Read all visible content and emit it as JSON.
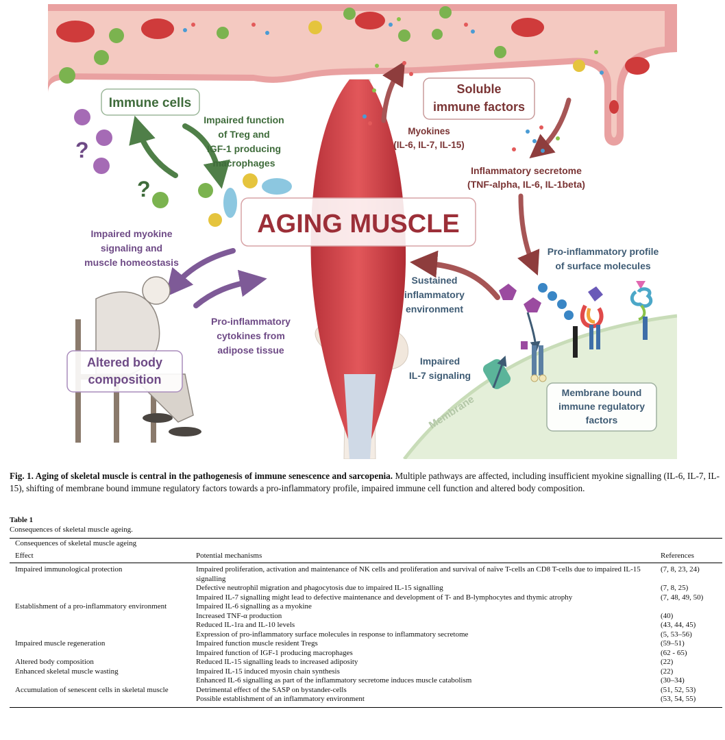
{
  "figure": {
    "title": "AGING MUSCLE",
    "labels": {
      "immune_cells": "Immune cells",
      "soluble_factors": [
        "Soluble",
        "immune factors"
      ],
      "treg": [
        "Impaired function",
        "of Treg and",
        "IGF-1 producing",
        "macrophages"
      ],
      "myokines": [
        "Myokines",
        "(IL-6, IL-7, IL-15)"
      ],
      "secretome": [
        "Inflammatory secretome",
        "(TNF-alpha, IL-6, IL-1beta)"
      ],
      "myokine_signaling": [
        "Impaired myokine",
        "signaling and",
        "muscle homeostasis"
      ],
      "pro_inflammatory_profile": [
        "Pro-inflammatory profile",
        "of surface molecules"
      ],
      "sustained": [
        "Sustained",
        "inflammatory",
        "environment"
      ],
      "adipose": [
        "Pro-inflammatory",
        "cytokines from",
        "adipose tissue"
      ],
      "il7": [
        "Impaired",
        "IL-7 signaling"
      ],
      "altered_body": [
        "Altered body",
        "composition"
      ],
      "membrane_bound": [
        "Membrane bound",
        "immune regulatory",
        "factors"
      ],
      "membrane": "Membrane",
      "question": "?"
    },
    "colors": {
      "vessel": "#e9a1a1",
      "vessel_inner": "#f7d8d2",
      "rbc": "#cf3b3b",
      "muscle": "#d6454a",
      "green_text": "#3e6b3a",
      "purple_text": "#6e4a86",
      "blue_text": "#3e5b74",
      "red_text": "#7a3434",
      "membrane_fill": "#e4efd9"
    }
  },
  "caption": {
    "label": "Fig. 1. Aging of skeletal muscle is central in the pathogenesis of immune senescence and sarcopenia.",
    "text": " Multiple pathways are affected, including insufficient myokine signalling (IL-6, IL-7, IL-15), shifting of membrane bound immune regulatory factors towards a pro-inflammatory profile, impaired immune cell function and altered body composition."
  },
  "table": {
    "title": "Table 1",
    "caption": "Consequences of skeletal muscle ageing.",
    "header": {
      "group": "Consequences of skeletal muscle ageing",
      "effect": "Effect",
      "mechanisms": "Potential mechanisms",
      "references": "References"
    },
    "rows": [
      {
        "effect": "Impaired immunological protection",
        "mechanism": "Impaired proliferation, activation and maintenance of NK cells and proliferation and survival of naïve T-cells an CD8 T-cells due to impaired IL-15 signalling",
        "refs": "(7, 8, 23, 24)"
      },
      {
        "effect": "",
        "mechanism": "Defective neutrophil migration and phagocytosis due to impaired IL-15 signalling",
        "refs": "(7, 8, 25)"
      },
      {
        "effect": "",
        "mechanism": "Impaired IL-7 signalling might lead to defective maintenance and development of T- and B-lymphocytes and thymic atrophy",
        "refs": "(7, 48, 49, 50)"
      },
      {
        "effect": "Establishment of a pro-inflammatory environment",
        "mechanism": "Impaired IL-6 signalling as a myokine",
        "refs": ""
      },
      {
        "effect": "",
        "mechanism": "Increased TNF-α production",
        "refs": "(40)"
      },
      {
        "effect": "",
        "mechanism": "Reduced IL-1ra and IL-10 levels",
        "refs": "(43, 44, 45)"
      },
      {
        "effect": "",
        "mechanism": "Expression of pro-inflammatory surface molecules in response to inflammatory secretome",
        "refs": "(5, 53–56)"
      },
      {
        "effect": "Impaired muscle regeneration",
        "mechanism": "Impaired function muscle resident Tregs",
        "refs": "(59–51)"
      },
      {
        "effect": "",
        "mechanism": "Impaired function of IGF-1 producing macrophages",
        "refs": "(62 - 65)"
      },
      {
        "effect": "Altered body composition",
        "mechanism": "Reduced IL-15 signalling leads to increased adiposity",
        "refs": "(22)"
      },
      {
        "effect": "Enhanced skeletal muscle wasting",
        "mechanism": "Impaired IL-15 induced myosin chain synthesis",
        "refs": "(22)"
      },
      {
        "effect": "",
        "mechanism": "Enhanced IL-6 signalling as part of the inflammatory secretome induces muscle catabolism",
        "refs": "(30–34)"
      },
      {
        "effect": "Accumulation of senescent cells in skeletal muscle",
        "mechanism": "Detrimental effect of the SASP on bystander-cells",
        "refs": "(51, 52, 53)"
      },
      {
        "effect": "",
        "mechanism": "Possible establishment of an inflammatory environment",
        "refs": "(53, 54, 55)"
      }
    ]
  }
}
